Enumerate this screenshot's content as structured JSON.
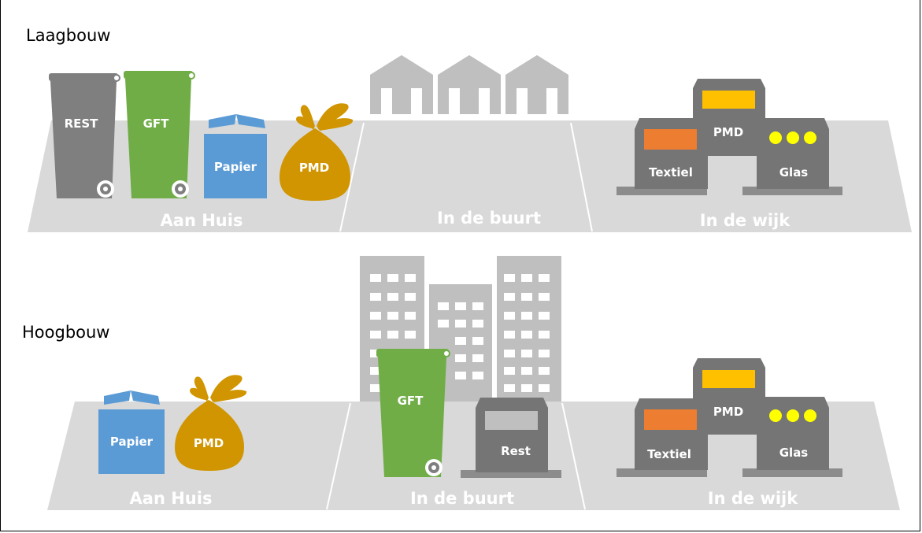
{
  "sections": {
    "low": {
      "title": "Laagbouw",
      "zones": [
        "Aan Huis",
        "In de buurt",
        "In de wijk"
      ],
      "bins": {
        "rest": "REST",
        "gft": "GFT",
        "papier": "Papier",
        "pmd_bag": "PMD"
      },
      "containers": {
        "textiel": "Textiel",
        "pmd": "PMD",
        "glas": "Glas"
      }
    },
    "high": {
      "title": "Hoogbouw",
      "zones": [
        "Aan Huis",
        "In de buurt",
        "In de wijk"
      ],
      "bins": {
        "papier": "Papier",
        "pmd_bag": "PMD",
        "gft": "GFT",
        "rest": "Rest"
      },
      "containers": {
        "textiel": "Textiel",
        "pmd": "PMD",
        "glas": "Glas"
      }
    }
  },
  "colors": {
    "ground": "#d9d9d9",
    "rest": "#7f7f7f",
    "gft": "#70ad47",
    "papier": "#5b9bd5",
    "pmd_bag": "#d09500",
    "container": "#757575",
    "textiel_slot": "#ed7d31",
    "pmd_slot": "#ffc000",
    "glas_slot": "#ffff00",
    "building": "#bfbfbf"
  }
}
